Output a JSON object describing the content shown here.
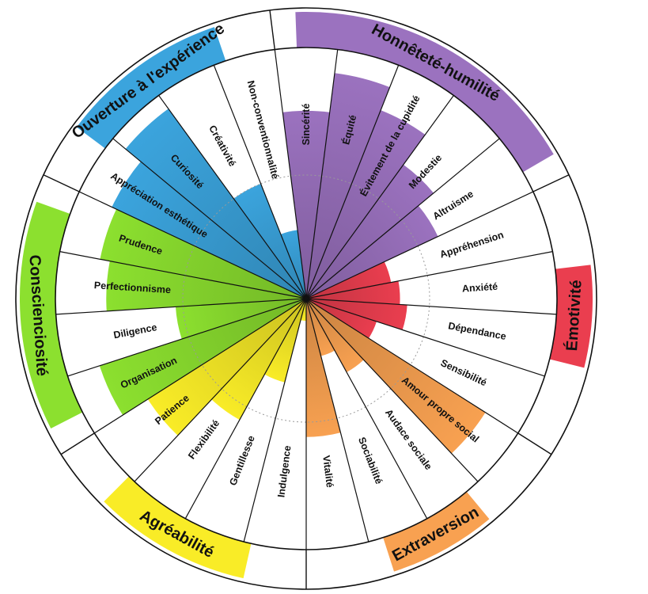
{
  "chart_data": {
    "type": "radial-bar",
    "scale_max": 10,
    "domains": [
      {
        "name": "Honnêteté-humilité",
        "color": "#9b72bf",
        "score": 8.6,
        "facets": [
          {
            "name": "Sincérité",
            "value": 7.6
          },
          {
            "name": "Équité",
            "value": 9.2
          },
          {
            "name": "Évitement de la cupidité",
            "value": 8.2
          },
          {
            "name": "Modestie",
            "value": 6.7
          },
          {
            "name": "Altruisme",
            "value": 5.9
          }
        ]
      },
      {
        "name": "Émotivité",
        "color": "#ea3e4f",
        "score": 3.6,
        "facets": [
          {
            "name": "Appréhension",
            "value": 3.5
          },
          {
            "name": "Anxiété",
            "value": 3.8
          },
          {
            "name": "Dépendance",
            "value": 4.1
          },
          {
            "name": "Sensibilité",
            "value": 3.0
          }
        ]
      },
      {
        "name": "Extraversion",
        "color": "#f8a151",
        "score": 3.8,
        "facets": [
          {
            "name": "Amour propre social",
            "value": 8.6
          },
          {
            "name": "Audace sociale",
            "value": 3.4
          },
          {
            "name": "Sociabilité",
            "value": 2.4
          },
          {
            "name": "Vitalité",
            "value": 5.6
          }
        ]
      },
      {
        "name": "Agréabilité",
        "color": "#f9ec27",
        "score": 5.6,
        "facets": [
          {
            "name": "Indulgence",
            "value": 0.9
          },
          {
            "name": "Gentillesse",
            "value": 3.5
          },
          {
            "name": "Flexibilité",
            "value": 5.6
          },
          {
            "name": "Patience",
            "value": 7.6
          }
        ]
      },
      {
        "name": "Conscienciosité",
        "color": "#8ce02f",
        "score": 8.1,
        "facets": [
          {
            "name": "Organisation",
            "value": 8.8
          },
          {
            "name": "Diligence",
            "value": 5.3
          },
          {
            "name": "Perfectionnisme",
            "value": 8.1
          },
          {
            "name": "Prudence",
            "value": 8.5
          }
        ]
      },
      {
        "name": "Ouverture à l'expérience",
        "color": "#3ba4dd",
        "score": 6.0,
        "facets": [
          {
            "name": "Appréciation esthétique",
            "value": 8.7
          },
          {
            "name": "Curiosité",
            "value": 9.5
          },
          {
            "name": "Créativité",
            "value": 5.0
          },
          {
            "name": "Non-conventionnalité",
            "value": 2.8
          }
        ]
      }
    ]
  }
}
